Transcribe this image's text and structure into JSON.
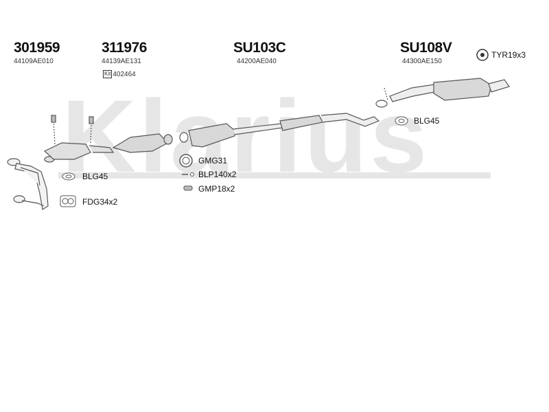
{
  "watermark": "Klarius",
  "parts": [
    {
      "id": "p1",
      "part_number": "301959",
      "oem": "44109AE010"
    },
    {
      "id": "p2",
      "part_number": "311976",
      "oem": "44139AE131",
      "kit": "402464",
      "kit_badge": "Kit"
    },
    {
      "id": "p3",
      "part_number": "SU103C",
      "oem": "44200AE040"
    },
    {
      "id": "p4",
      "part_number": "SU108V",
      "oem": "44300AE150"
    }
  ],
  "fittings": {
    "tyr": "TYR19x3",
    "blg_left": "BLG45",
    "fdg": "FDG34x2",
    "gmg": "GMG31",
    "blp": "BLP140x2",
    "gmp": "GMP18x2",
    "blg_right": "BLG45"
  },
  "colors": {
    "line": "#555555",
    "fill": "#d8d8d8",
    "watermark": "#e6e6e6",
    "text": "#111111"
  }
}
